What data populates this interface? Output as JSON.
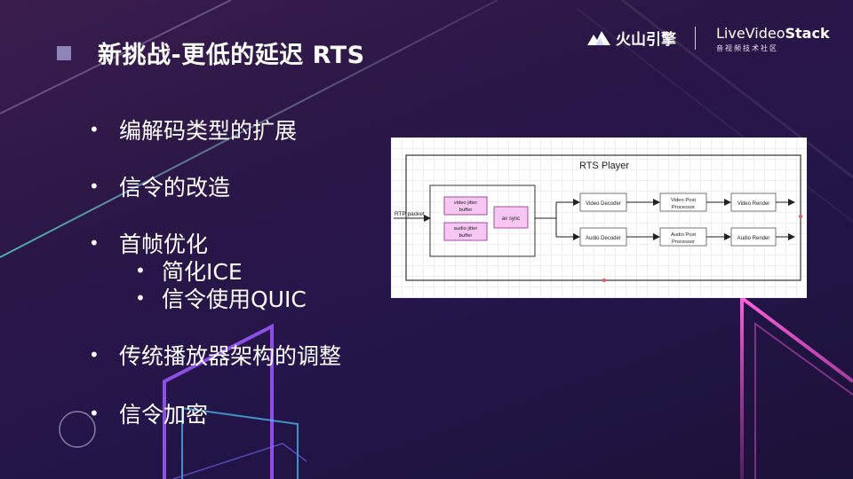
{
  "slide": {
    "title": "新挑战-更低的延迟  RTS",
    "logos": {
      "volcengine": "火山引擎",
      "livevideostack_main_a": "LiveVideo",
      "livevideostack_main_b": "Stack",
      "livevideostack_sub": "音视频技术社区"
    },
    "bullets": [
      {
        "text": "编解码类型的扩展"
      },
      {
        "text": "信令的改造"
      },
      {
        "text": "首帧优化",
        "children": [
          "简化ICE",
          "信令使用QUIC"
        ]
      },
      {
        "text": "传统播放器架构的调整"
      },
      {
        "text": "信令加密"
      }
    ],
    "bullet_glyph": "•"
  },
  "diagram": {
    "title": "RTS Player",
    "input_label": "RTP packet",
    "video_jitter": [
      "video jitter",
      "buffer"
    ],
    "audio_jitter": [
      "audio jitter",
      "buffer"
    ],
    "av_sync": "av sync",
    "video_decoder": "Video Decoder",
    "video_post": [
      "Video Post",
      "Processor"
    ],
    "video_render": "Video Render",
    "audio_decoder": "Audio Decoder",
    "audio_post": [
      "Audio Post",
      "Processor"
    ],
    "audio_render": "Audio Render",
    "colors": {
      "module_fill": "#f7c6f3",
      "module_stroke": "#8a2d85",
      "line": "#222222",
      "handle": "#e05a5a"
    }
  },
  "theme": {
    "accent_pink": "#ff4fd8",
    "accent_purple": "#9b4dff",
    "accent_cyan": "#3fd7ff"
  }
}
